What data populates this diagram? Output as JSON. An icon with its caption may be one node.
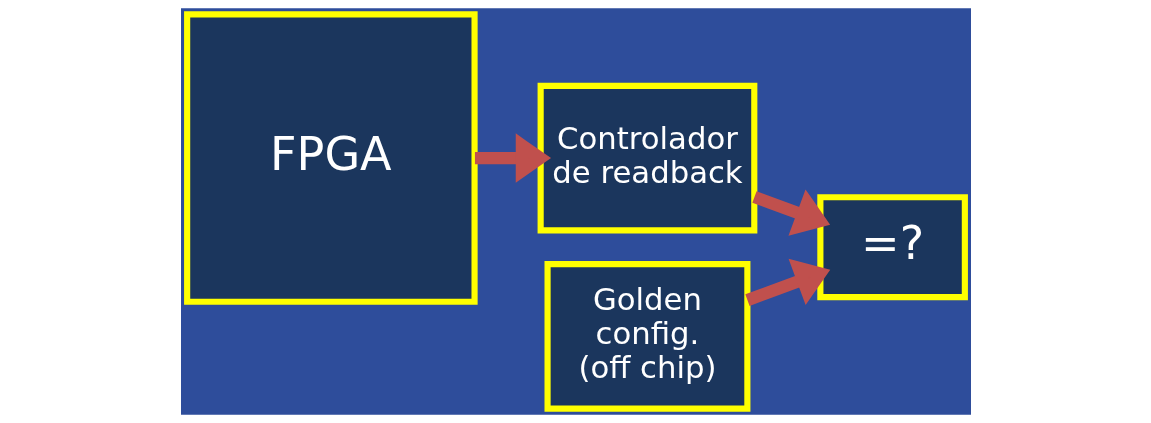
{
  "diagram": {
    "nodes": [
      {
        "text": [
          "FPGA"
        ]
      },
      {
        "text": [
          "Controlador de readback"
        ]
      },
      {
        "text": [
          "Golden config. (off chip)"
        ]
      },
      {
        "text": [
          "=?"
        ]
      }
    ],
    "edges": [
      {
        "from": 0,
        "to": 1,
        "arrow": "to"
      },
      {
        "from": 1,
        "to": 3,
        "arrow": "to"
      },
      {
        "from": 2,
        "to": 3,
        "arrow": "to"
      }
    ]
  }
}
